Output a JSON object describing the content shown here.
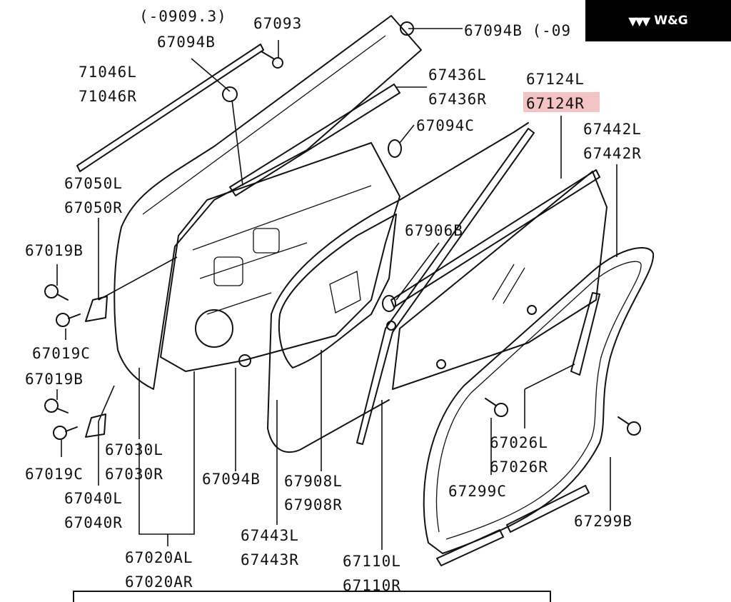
{
  "brand": {
    "text": "W&G",
    "icon": "wg-logo-icon"
  },
  "highlight_color": "#f4c4c4",
  "labels": [
    {
      "id": "l0909",
      "text": "(-0909.3)"
    },
    {
      "id": "l67093",
      "text": "67093"
    },
    {
      "id": "l67094b_top",
      "text": "67094B"
    },
    {
      "id": "l67094b_right",
      "text": "67094B (-09"
    },
    {
      "id": "l71046l",
      "text": "71046L"
    },
    {
      "id": "l71046r",
      "text": "71046R"
    },
    {
      "id": "l67436l",
      "text": "67436L"
    },
    {
      "id": "l67436r",
      "text": "67436R"
    },
    {
      "id": "l67124l",
      "text": "67124L"
    },
    {
      "id": "l67124r",
      "text": "67124R"
    },
    {
      "id": "l67094c",
      "text": "67094C"
    },
    {
      "id": "l67442l",
      "text": "67442L"
    },
    {
      "id": "l67442r",
      "text": "67442R"
    },
    {
      "id": "l67050l",
      "text": "67050L"
    },
    {
      "id": "l67050r",
      "text": "67050R"
    },
    {
      "id": "l67019b_1",
      "text": "67019B"
    },
    {
      "id": "l67906b",
      "text": "67906B"
    },
    {
      "id": "l67019c_1",
      "text": "67019C"
    },
    {
      "id": "l67019b_2",
      "text": "67019B"
    },
    {
      "id": "l67026l",
      "text": "67026L"
    },
    {
      "id": "l67026r",
      "text": "67026R"
    },
    {
      "id": "l67030l",
      "text": "67030L"
    },
    {
      "id": "l67030r",
      "text": "67030R"
    },
    {
      "id": "l67019c_2",
      "text": "67019C"
    },
    {
      "id": "l67094b_bot",
      "text": "67094B"
    },
    {
      "id": "l67908l",
      "text": "67908L"
    },
    {
      "id": "l67908r",
      "text": "67908R"
    },
    {
      "id": "l67299c",
      "text": "67299C"
    },
    {
      "id": "l67040l",
      "text": "67040L"
    },
    {
      "id": "l67040r",
      "text": "67040R"
    },
    {
      "id": "l67299b",
      "text": "67299B"
    },
    {
      "id": "l67443l",
      "text": "67443L"
    },
    {
      "id": "l67443r",
      "text": "67443R"
    },
    {
      "id": "l67020al",
      "text": "67020AL"
    },
    {
      "id": "l67020ar",
      "text": "67020AR"
    },
    {
      "id": "l67110l",
      "text": "67110L"
    },
    {
      "id": "l67110r",
      "text": "67110R"
    }
  ]
}
